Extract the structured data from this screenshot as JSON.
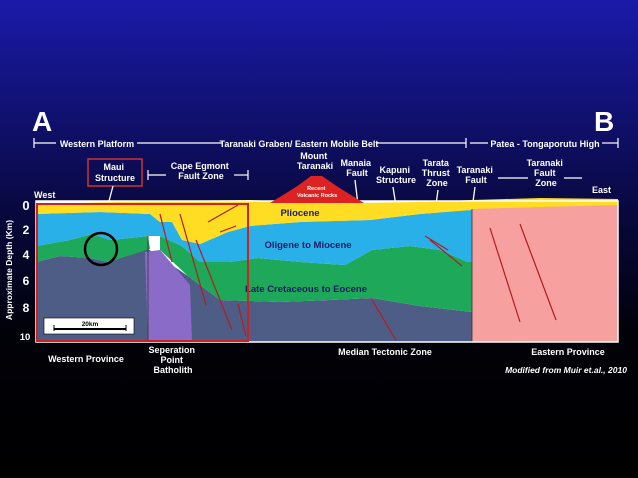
{
  "section_labels": {
    "start": "A",
    "end": "B"
  },
  "zones": {
    "western_platform": "Western Platform",
    "taranaki_graben": "Taranaki Graben/ Eastern Mobile Belt",
    "patea": "Patea - Tongaporutu High"
  },
  "features": {
    "maui": [
      "Maui",
      "Structure"
    ],
    "cape_egmont": [
      "Cape Egmont",
      "Fault Zone"
    ],
    "mount_taranaki": [
      "Mount",
      "Taranaki"
    ],
    "manaia": [
      "Manaia",
      "Fault"
    ],
    "kapuni": [
      "Kapuni",
      "Structure"
    ],
    "tarata": [
      "Tarata",
      "Thrust",
      "Zone"
    ],
    "taranaki_fault": [
      "Taranaki",
      "Fault"
    ],
    "taranaki_fault_zone": [
      "Taranaki",
      "Fault",
      "Zone"
    ],
    "volcanic": [
      "Recent",
      "Volcanic Rocks"
    ]
  },
  "orientation": {
    "west": "West",
    "east": "East"
  },
  "y_axis": {
    "label": "Approximate Depth (Km)",
    "ticks": [
      "0",
      "2",
      "4",
      "6",
      "8",
      "10"
    ]
  },
  "layers": {
    "pliocene": "Pliocene",
    "oligocene": "Oligene to Miocene",
    "cretaceous": "Late Cretaceous to Eocene"
  },
  "scale_bar": "20km",
  "provinces": {
    "western": "Western Province",
    "batholith": [
      "Seperation",
      "Point",
      "Batholith"
    ],
    "median": "Median Tectonic Zone",
    "eastern": "Eastern Province"
  },
  "credit": "Modified from Muir et.al., 2010",
  "colors": {
    "pliocene": "#ffdd22",
    "oligocene": "#2ab0e8",
    "cretaceous": "#1ea85a",
    "basement": "#4e5d86",
    "batholith": "#8a6cc8",
    "eastern_province": "#f7a0a0",
    "volcanic": "#dd2222",
    "highlight": "#cc2222"
  }
}
